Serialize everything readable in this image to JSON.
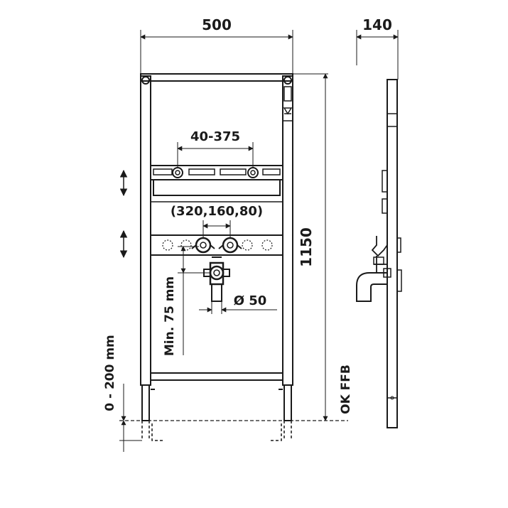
{
  "dimensions": {
    "width": "500",
    "depth": "140",
    "height": "1150",
    "fitting_spacing": "40-375",
    "connection_spacing": "(320,160,80)",
    "min_height": "Min. 75 mm",
    "diameter": "Ø 50",
    "adjust_range": "0 - 200 mm",
    "floor_ref": "OK FFB"
  },
  "colors": {
    "line": "#1a1a1a",
    "background": "#ffffff",
    "fill": "#ffffff"
  }
}
